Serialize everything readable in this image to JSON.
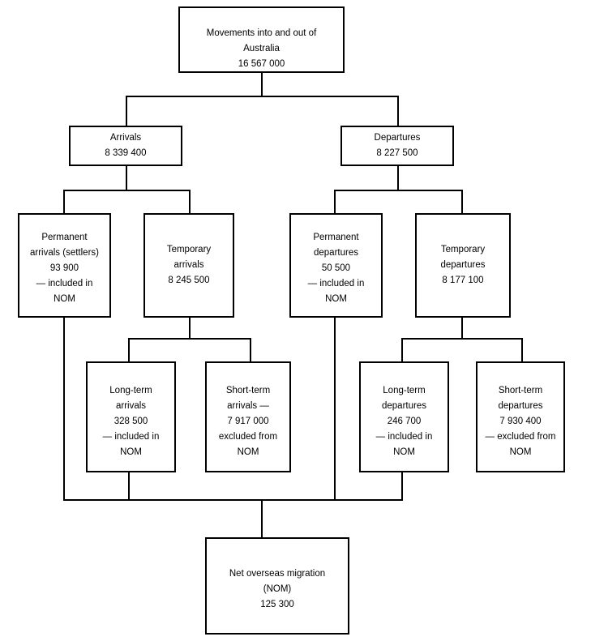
{
  "diagram": {
    "title": "Movements into and out of Australia flow chart",
    "line_color": "#000000",
    "box_border_color": "#000000",
    "background_color": "#ffffff"
  },
  "nodes": {
    "root": {
      "name": "Movements into and out of Australia",
      "lines": [
        "Movements into and out of",
        "Australia",
        "16 567 000"
      ],
      "value": "16 567 000"
    },
    "arrivals": {
      "name": "Arrivals",
      "lines": [
        "Arrivals",
        "8 339 400"
      ],
      "value": "8 339 400"
    },
    "departures": {
      "name": "Departures",
      "lines": [
        "Departures",
        "8 227 500"
      ],
      "value": "8 227 500"
    },
    "permanent_arrivals": {
      "name": "Permanent arrivals (settlers)",
      "lines": [
        "Permanent",
        "arrivals (settlers)",
        "93 900",
        "— included in",
        "NOM"
      ],
      "value": "93 900",
      "nom_note": "— included in NOM"
    },
    "temporary_arrivals": {
      "name": "Temporary arrivals",
      "lines": [
        "Temporary",
        "arrivals",
        "8 245 500"
      ],
      "value": "8 245 500"
    },
    "permanent_departures": {
      "name": "Permanent departures",
      "lines": [
        "Permanent",
        "departures",
        "50 500",
        "— included in",
        "NOM"
      ],
      "value": "50 500",
      "nom_note": "— included in NOM"
    },
    "temporary_departures": {
      "name": "Temporary departures",
      "lines": [
        "Temporary",
        "departures",
        "8 177 100"
      ],
      "value": "8 177 100"
    },
    "long_term_arrivals": {
      "name": "Long-term arrivals",
      "lines": [
        "Long-term",
        "arrivals",
        "328 500",
        "— included in",
        "NOM"
      ],
      "value": "328 500",
      "nom_note": "— included in NOM"
    },
    "short_term_arrivals": {
      "name": "Short-term arrivals",
      "lines": [
        "Short-term",
        "arrivals —",
        "7 917 000",
        "excluded from",
        "NOM"
      ],
      "value": "7 917 000",
      "nom_note": "— excluded from NOM"
    },
    "long_term_departures": {
      "name": "Long-term departures",
      "lines": [
        "Long-term",
        "departures",
        "246 700",
        "— included in",
        "NOM"
      ],
      "value": "246 700",
      "nom_note": "— included in NOM"
    },
    "short_term_departures": {
      "name": "Short-term departures",
      "lines": [
        "Short-term",
        "departures",
        "7 930 400",
        "— excluded from",
        "NOM"
      ],
      "value": "7 930 400",
      "nom_note": "— excluded from NOM"
    },
    "nom": {
      "name": "Net overseas migration (NOM)",
      "lines": [
        "Net overseas migration",
        "(NOM)",
        "125 300"
      ],
      "value": "125 300"
    }
  }
}
